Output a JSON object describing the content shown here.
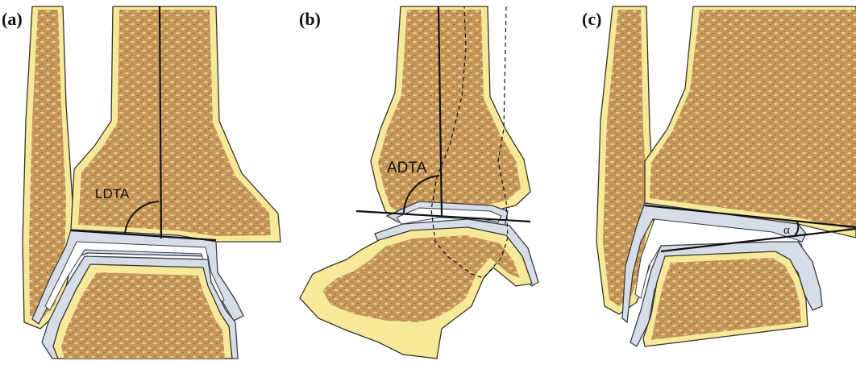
{
  "figure": {
    "panels": [
      {
        "id": "a",
        "label": "(a)",
        "angle_label": "LDTA"
      },
      {
        "id": "b",
        "label": "(b)",
        "angle_label": "ADTA"
      },
      {
        "id": "c",
        "label": "(c)",
        "angle_label": "α"
      }
    ]
  },
  "colors": {
    "cortex": "#f6ea9a",
    "cancellous": "#c89a56",
    "cartilage": "#d6dde7",
    "lines": "#111111"
  }
}
